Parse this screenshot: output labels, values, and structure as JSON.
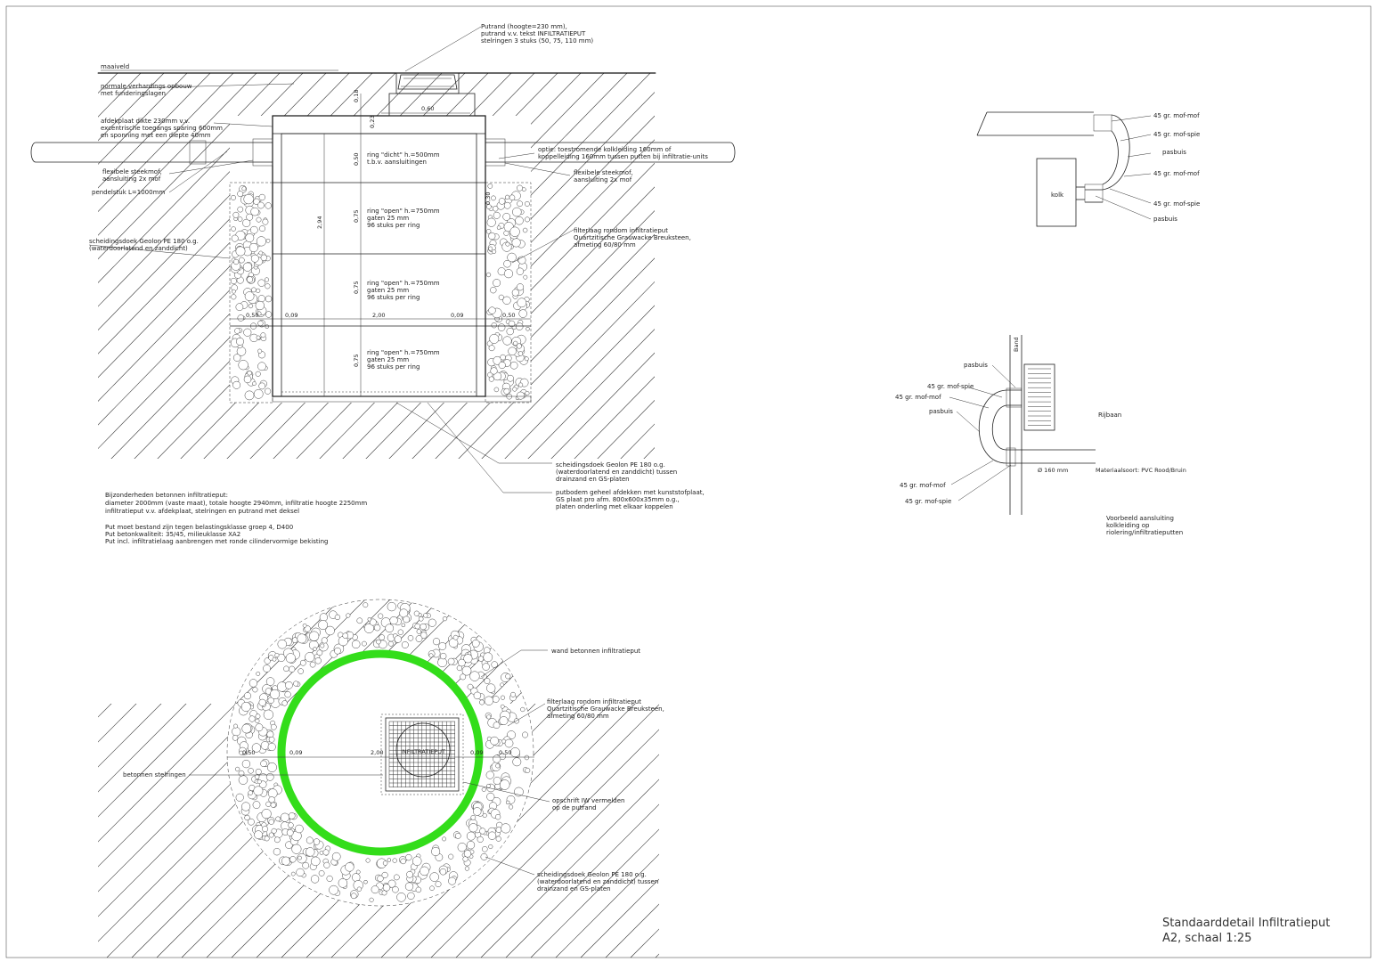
{
  "title_block": {
    "line1": "Standaarddetail Infiltratieput",
    "line2": "A2, schaal 1:25"
  },
  "section": {
    "putrand_note": [
      "Putrand (hoogte=230 mm),",
      "putrand v.v. tekst INFILTRATIEPUT",
      "stelringen 3 stuks (50, 75, 110 mm)"
    ],
    "maaiveld": "maaiveld",
    "verharding": [
      "normale verhardings opbouw",
      "met funderingslagen"
    ],
    "afdekplaat": [
      "afdekplaat dikte 230mm v.v.",
      "excentrische toegangs sparing 600mm",
      "en sponning met een diepte 40mm"
    ],
    "steekmof_left": [
      "flexibele steekmof,",
      "aansluiting 2x mof"
    ],
    "pendelstuk": "pendelstuk L=1000mm",
    "scheidingsdoek_left": [
      "scheidingsdoek Geolon PE 180 o.g.",
      "(waterdoorlatend en zanddicht)"
    ],
    "optie": [
      "optie: toestromende kolkleiding 160mm of",
      "koppelleiding 160mm tussen putten bij infiltratie-units"
    ],
    "steekmof_right": [
      "flexibele steekmof,",
      "aansluiting 2x mof"
    ],
    "filterlaag": [
      "filterlaag rondom infiltratieput",
      "Quartzitische Grauwacke Breuksteen,",
      "afmeting 60/80 mm"
    ],
    "ring_dicht": [
      "ring \"dicht\" h.=500mm",
      "t.b.v. aansluitingen"
    ],
    "ring_open": [
      "ring \"open\" h.=750mm",
      "gaten 25 mm",
      "96 stuks per ring"
    ],
    "dims": {
      "d060": "0,60",
      "d018": "0,18",
      "d023": "0,23",
      "d050v": "0,50",
      "d294": "2,94",
      "d075": "0,75",
      "d030": "0,30",
      "h050": "0,50",
      "h009": "0,09",
      "h200": "2,00"
    },
    "scheidingsdoek_bottom": [
      "scheidingsdoek Geolon PE 180 o.g.",
      "(waterdoorlatend en zanddicht) tussen",
      "drainzand en GS-platen"
    ],
    "putbodem": [
      "putbodem geheel afdekken met kunststofplaat,",
      "GS plaat pro afm. 800x600x35mm o.g.,",
      "platen onderling met elkaar koppelen"
    ],
    "bijzonderheden": [
      "Bijzonderheden betonnen infiltratieput:",
      "diameter 2000mm (vaste maat), totale hoogte 2940mm, infiltratie hoogte 2250mm",
      "infiltratieput v.v. afdekplaat, stelringen en putrand met deksel",
      "",
      "Put moet bestand zijn tegen belastingsklasse groep 4, D400",
      "Put betonkwaliteit: 35/45, milieuklasse XA2",
      "Put incl. infiltratielaag aanbrengen met ronde cilindervormige bekisting"
    ]
  },
  "plan": {
    "wand": "wand betonnen infiltratieput",
    "filterlaag": [
      "filterlaag rondom infiltratieput",
      "Quartzitische Grauwacke Breuksteen,",
      "afmeting 60/80 mm"
    ],
    "stelringen": "betonnen stelringen",
    "opschrift": [
      "opschrift IW vermelden",
      "op de putrand"
    ],
    "scheidingsdoek": [
      "scheidingsdoek Geolon PE 180 o.g.",
      "(waterdoorlatend en zanddicht) tussen",
      "drainzand en GS-platen"
    ],
    "cover_text": "INFILTRATIEPUT",
    "dims": {
      "a": "0,50",
      "b": "0,09",
      "c": "2,00",
      "d": "0,09",
      "e": "0,50"
    },
    "ring_color": "#33dd1a"
  },
  "detail_top": {
    "labels": [
      "45 gr. mof-mof",
      "45 gr. mof-spie",
      "pasbuis",
      "45 gr. mof-mof",
      "45 gr. mof-spie",
      "pasbuis"
    ],
    "kolk": "kolk"
  },
  "detail_bottom": {
    "band": "Band",
    "pasbuis": "pasbuis",
    "l1": "45 gr. mof-spie",
    "l2": "45 gr. mof-mof",
    "l3": "pasbuis",
    "l4": "45 gr. mof-mof",
    "l5": "45 gr. mof-spie",
    "rijbaan": "Rijbaan",
    "diameter": "Ø 160 mm",
    "materiaal": "Materiaalsoort: PVC Rood/Bruin",
    "voorbeeld": [
      "Voorbeeld aansluiting",
      "kolkleiding op",
      "riolering/infiltratieputten"
    ]
  }
}
